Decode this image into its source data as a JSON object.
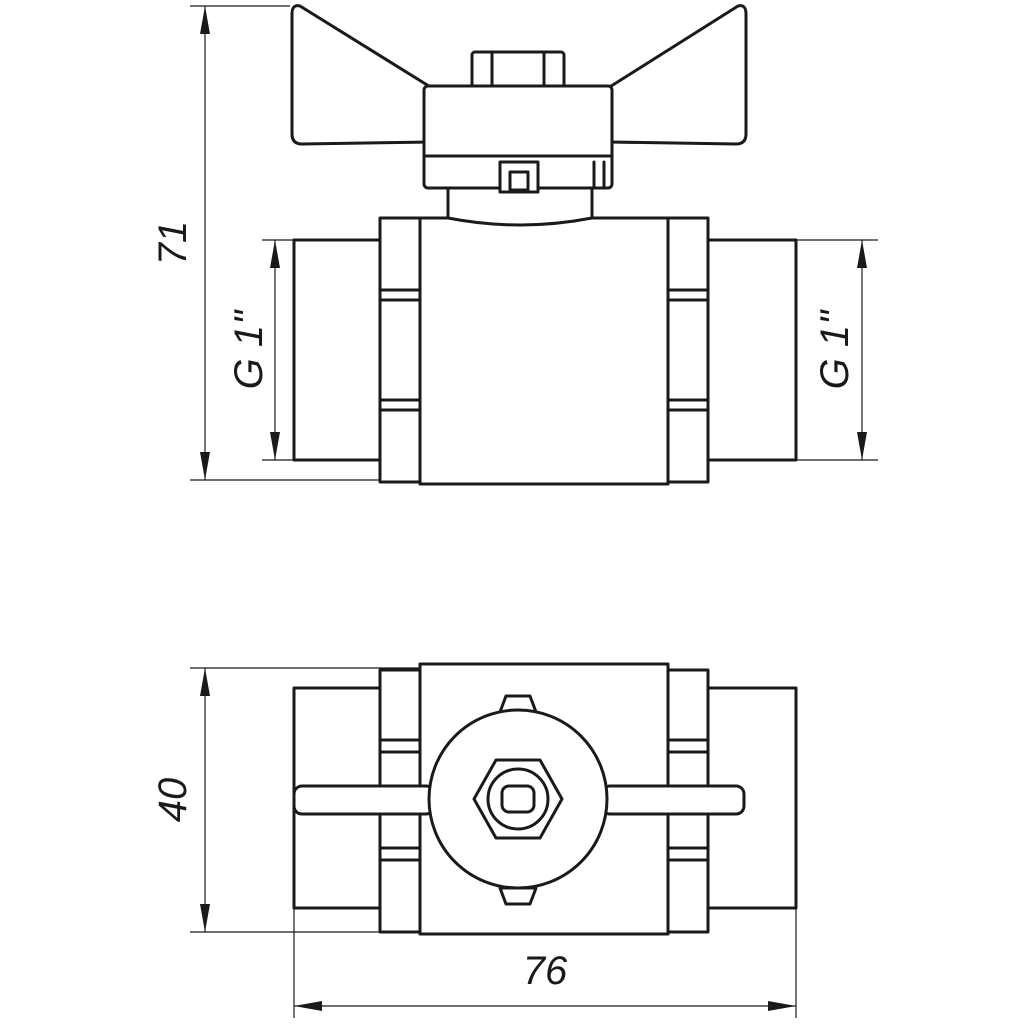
{
  "dimensions": {
    "height": "71",
    "left_thread": "G 1\"",
    "right_thread": "G 1\"",
    "width_plan": "40",
    "length": "76"
  }
}
